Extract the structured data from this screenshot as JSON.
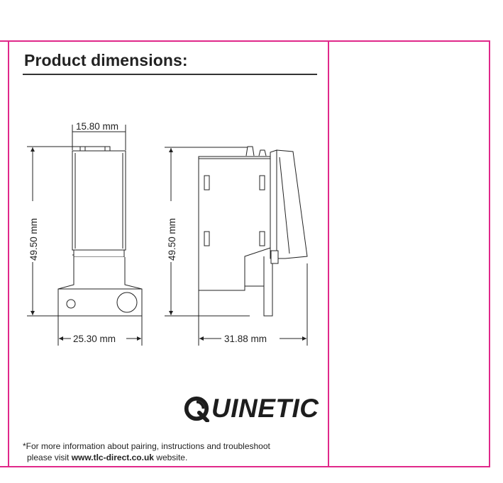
{
  "section": {
    "title": "Product dimensions:"
  },
  "dimensions": {
    "top_width": "15.80 mm",
    "front_height": "49.50 mm",
    "side_height": "49.50 mm",
    "base_width": "25.30 mm",
    "side_depth": "31.88 mm"
  },
  "brand": {
    "logo_text": "UINETIC",
    "logo_full": "QUINETIC"
  },
  "footnote": {
    "line1": "*For more information about pairing, instructions and troubleshoot",
    "line2_prefix": "please visit ",
    "line2_link": "www.tlc-direct.co.uk",
    "line2_suffix": " website."
  },
  "colors": {
    "frame": "#e0288a",
    "ink": "#222222"
  }
}
